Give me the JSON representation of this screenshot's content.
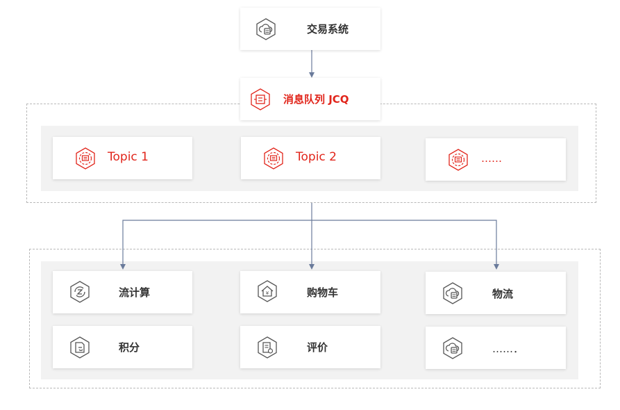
{
  "colors": {
    "accent": "#e1251b",
    "line": "#6a7b9b",
    "icon": "#555555"
  },
  "source": {
    "label": "交易系统",
    "icon": "cloud-server-icon"
  },
  "queue": {
    "label": "消息队列 JCQ",
    "icon": "queue-icon"
  },
  "topics": [
    {
      "label": "Topic 1",
      "icon": "topic-icon"
    },
    {
      "label": "Topic 2",
      "icon": "topic-icon"
    },
    {
      "label": "……",
      "icon": "topic-icon"
    }
  ],
  "consumers": [
    {
      "label": "流计算",
      "icon": "stream-compute-icon"
    },
    {
      "label": "购物车",
      "icon": "shopping-cart-icon"
    },
    {
      "label": "物流",
      "icon": "cloud-server-icon"
    },
    {
      "label": "积分",
      "icon": "points-icon"
    },
    {
      "label": "评价",
      "icon": "review-icon"
    },
    {
      "label": "……．",
      "icon": "cloud-server-icon"
    }
  ]
}
